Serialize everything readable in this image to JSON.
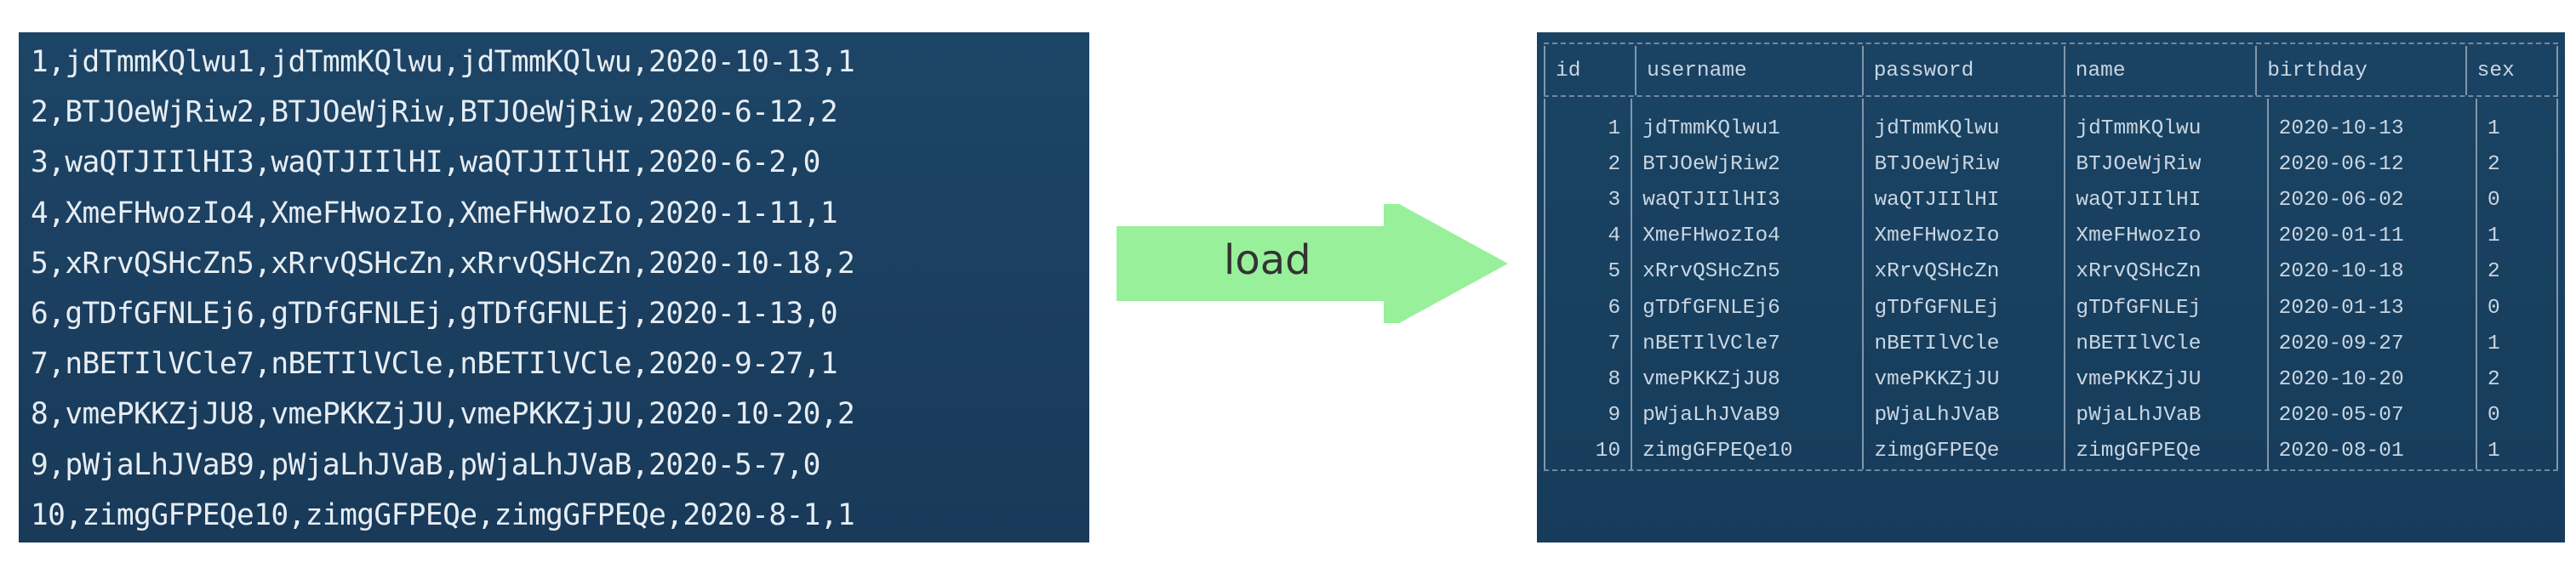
{
  "raw_lines": [
    "1,jdTmmKQlwu1,jdTmmKQlwu,jdTmmKQlwu,2020-10-13,1",
    "2,BTJOeWjRiw2,BTJOeWjRiw,BTJOeWjRiw,2020-6-12,2",
    "3,waQTJIIlHI3,waQTJIIlHI,waQTJIIlHI,2020-6-2,0",
    "4,XmeFHwozIo4,XmeFHwozIo,XmeFHwozIo,2020-1-11,1",
    "5,xRrvQSHcZn5,xRrvQSHcZn,xRrvQSHcZn,2020-10-18,2",
    "6,gTDfGFNLEj6,gTDfGFNLEj,gTDfGFNLEj,2020-1-13,0",
    "7,nBETIlVCle7,nBETIlVCle,nBETIlVCle,2020-9-27,1",
    "8,vmePKKZjJU8,vmePKKZjJU,vmePKKZjJU,2020-10-20,2",
    "9,pWjaLhJVaB9,pWjaLhJVaB,pWjaLhJVaB,2020-5-7,0",
    "10,zimgGFPEQe10,zimgGFPEQe,zimgGFPEQe,2020-8-1,1"
  ],
  "arrow": {
    "label": "load",
    "color": "#98f09b"
  },
  "table": {
    "columns": [
      "id",
      "username",
      "password",
      "name",
      "birthday",
      "sex"
    ],
    "rows": [
      [
        "1",
        "jdTmmKQlwu1",
        "jdTmmKQlwu",
        "jdTmmKQlwu",
        "2020-10-13",
        "1"
      ],
      [
        "2",
        "BTJOeWjRiw2",
        "BTJOeWjRiw",
        "BTJOeWjRiw",
        "2020-06-12",
        "2"
      ],
      [
        "3",
        "waQTJIIlHI3",
        "waQTJIIlHI",
        "waQTJIIlHI",
        "2020-06-02",
        "0"
      ],
      [
        "4",
        "XmeFHwozIo4",
        "XmeFHwozIo",
        "XmeFHwozIo",
        "2020-01-11",
        "1"
      ],
      [
        "5",
        "xRrvQSHcZn5",
        "xRrvQSHcZn",
        "xRrvQSHcZn",
        "2020-10-18",
        "2"
      ],
      [
        "6",
        "gTDfGFNLEj6",
        "gTDfGFNLEj",
        "gTDfGFNLEj",
        "2020-01-13",
        "0"
      ],
      [
        "7",
        "nBETIlVCle7",
        "nBETIlVCle",
        "nBETIlVCle",
        "2020-09-27",
        "1"
      ],
      [
        "8",
        "vmePKKZjJU8",
        "vmePKKZjJU",
        "vmePKKZjJU",
        "2020-10-20",
        "2"
      ],
      [
        "9",
        "pWjaLhJVaB9",
        "pWjaLhJVaB",
        "pWjaLhJVaB",
        "2020-05-07",
        "0"
      ],
      [
        "10",
        "zimgGFPEQe10",
        "zimgGFPEQe",
        "zimgGFPEQe",
        "2020-08-01",
        "1"
      ]
    ]
  },
  "colors": {
    "panel_bg": "#1b3f60",
    "panel_text": "#e7edf3",
    "table_text": "#c9d6e2",
    "table_border": "#7f97ad"
  }
}
